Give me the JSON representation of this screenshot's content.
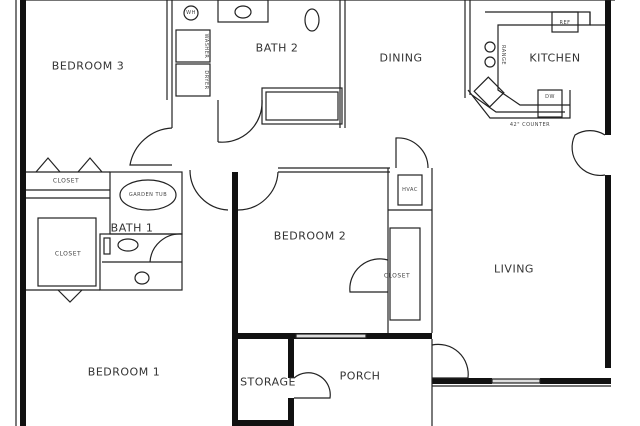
{
  "plan": {
    "rooms": {
      "bedroom3": "BEDROOM 3",
      "bath2": "BATH 2",
      "dining": "DINING",
      "kitchen": "KITCHEN",
      "closet_top": "CLOSET",
      "bath1": "BATH 1",
      "closet_left": "CLOSET",
      "bedroom2": "BEDROOM 2",
      "closet_bed2": "CLOSET",
      "living": "LIVING",
      "bedroom1": "BEDROOM 1",
      "storage": "STORAGE",
      "porch": "PORCH"
    },
    "fixtures": {
      "ref": "REF",
      "range": "RANGE",
      "dw": "DW",
      "counter": "42\" COUNTER",
      "garden_tub": "GARDEN TUB",
      "wh": "WH",
      "hvac": "HVAC",
      "washer": "WASHER",
      "dryer": "DRYER"
    }
  }
}
